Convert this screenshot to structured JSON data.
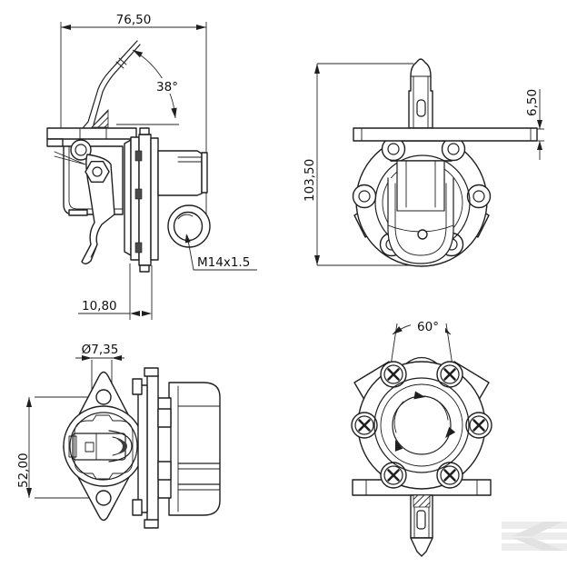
{
  "drawing": {
    "background": "#ffffff",
    "line_color": "#1f1f1f",
    "dimension_color": "#262626",
    "dimensions": {
      "overall_width": "76,50",
      "lever_angle": "38°",
      "thread_spec": "M14x1.5",
      "flange_offset": "10,80",
      "overall_height": "103,50",
      "flange_thickness": "6,50",
      "mount_hole_diameter": "Ø7,35",
      "mount_hole_spacing": "52,00",
      "screw_angle": "60°"
    },
    "watermark": {
      "icon": "k-logo-watermark",
      "color": "#ececec",
      "accent": "#e2e2e2"
    }
  }
}
